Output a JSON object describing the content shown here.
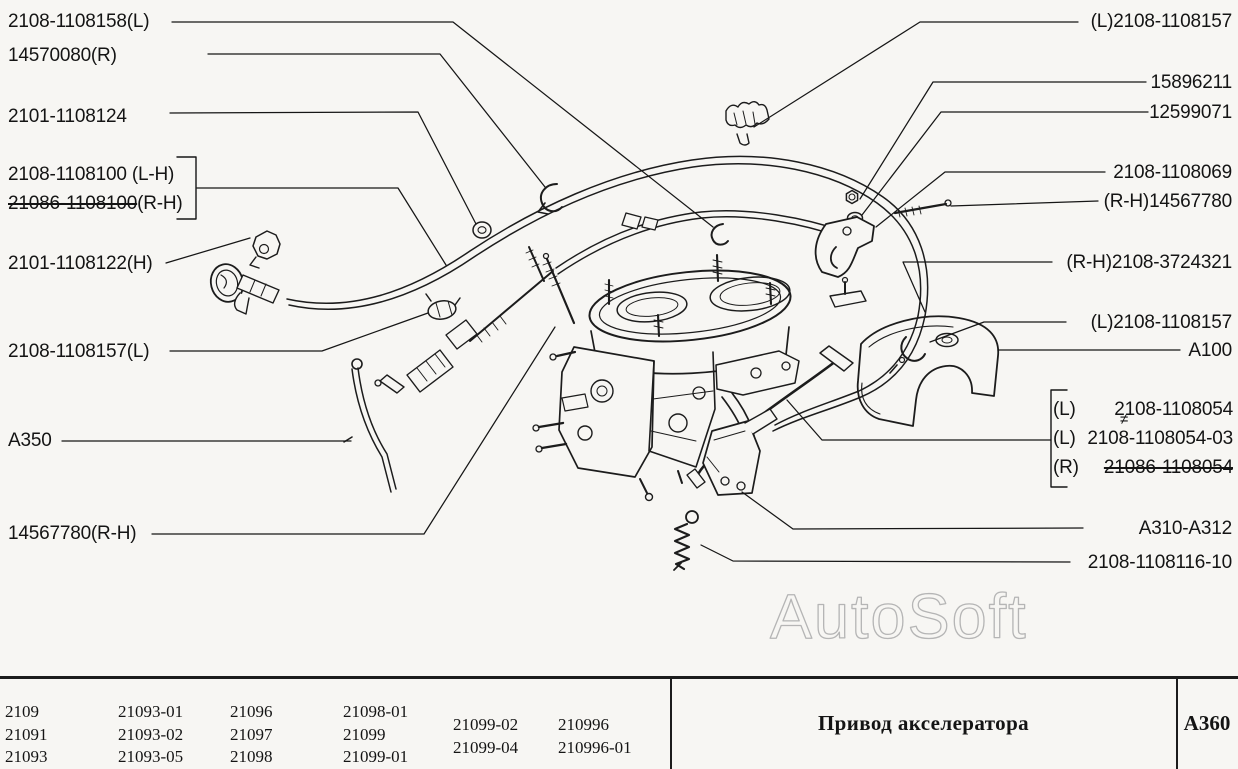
{
  "page": {
    "background_color": "#f7f6f3",
    "ink_color": "#1c1c1c",
    "watermark_color": "#b5b5b5"
  },
  "watermark": {
    "text": "AutoSoft"
  },
  "callouts": {
    "left": [
      {
        "text": "2108-1108158(L)"
      },
      {
        "text": "14570080(R)"
      },
      {
        "text": "2101-1108124"
      },
      {
        "text": "2108-1108100 (L-H)"
      },
      {
        "num": "21086-1108100",
        "suffix": "(R-H)"
      },
      {
        "text": "2101-1108122(H)"
      },
      {
        "text": "2108-1108157(L)"
      },
      {
        "text": "A350"
      },
      {
        "text": "14567780(R-H)"
      }
    ],
    "right": [
      {
        "text": "(L)2108-1108157"
      },
      {
        "text": "15896211"
      },
      {
        "text": "12599071"
      },
      {
        "text": "2108-1108069"
      },
      {
        "text": "(R-H)14567780"
      },
      {
        "text": "(R-H)2108-3724321"
      },
      {
        "text": "(L)2108-1108157"
      },
      {
        "text": "A100"
      },
      {
        "text": "A310-A312"
      },
      {
        "text": "2108-1108116-10"
      }
    ],
    "group_1108054": {
      "rows": [
        {
          "prefix": "(L)",
          "num": "2108-1108054"
        },
        {
          "prefix": "(L)",
          "num": "2108-1108054-03"
        },
        {
          "prefix": "(R)",
          "num": "21086-1108054"
        }
      ],
      "not_equal_mark": "≠"
    }
  },
  "footer_table": {
    "model_columns": [
      [
        "2109",
        "21091",
        "21093"
      ],
      [
        "21093-01",
        "21093-02",
        "21093-05"
      ],
      [
        "21096",
        "21097",
        "21098"
      ],
      [
        "21098-01",
        "21099",
        "21099-01"
      ],
      [
        "21099-02",
        "21099-04"
      ],
      [
        "210996",
        "210996-01"
      ]
    ],
    "section_title": "Привод акселератора",
    "section_code": "A360"
  }
}
